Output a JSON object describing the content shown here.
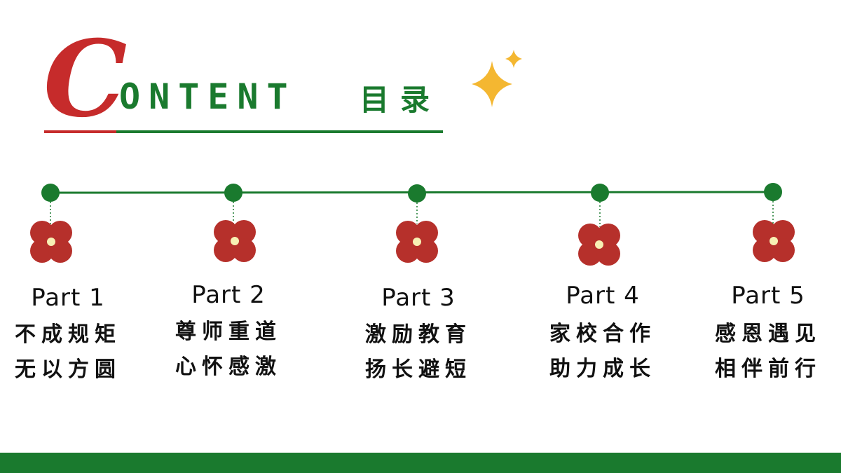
{
  "header": {
    "title_initial": "C",
    "title_rest": "ONTENT",
    "title_cn": "目录"
  },
  "colors": {
    "red": "#c62b2b",
    "green": "#1a7a2e",
    "gold": "#f4b731",
    "flower_center": "#f7f0b4"
  },
  "icons": {
    "sparkle": "sparkle-icon",
    "flower": "flower-icon"
  },
  "sections": [
    {
      "part": "Part 1",
      "line1": "不成规矩",
      "line2": "无以方圆"
    },
    {
      "part": "Part 2",
      "line1": "尊师重道",
      "line2": "心怀感激"
    },
    {
      "part": "Part 3",
      "line1": "激励教育",
      "line2": "扬长避短"
    },
    {
      "part": "Part 4",
      "line1": "家校合作",
      "line2": "助力成长"
    },
    {
      "part": "Part 5",
      "line1": "感恩遇见",
      "line2": "相伴前行"
    }
  ]
}
